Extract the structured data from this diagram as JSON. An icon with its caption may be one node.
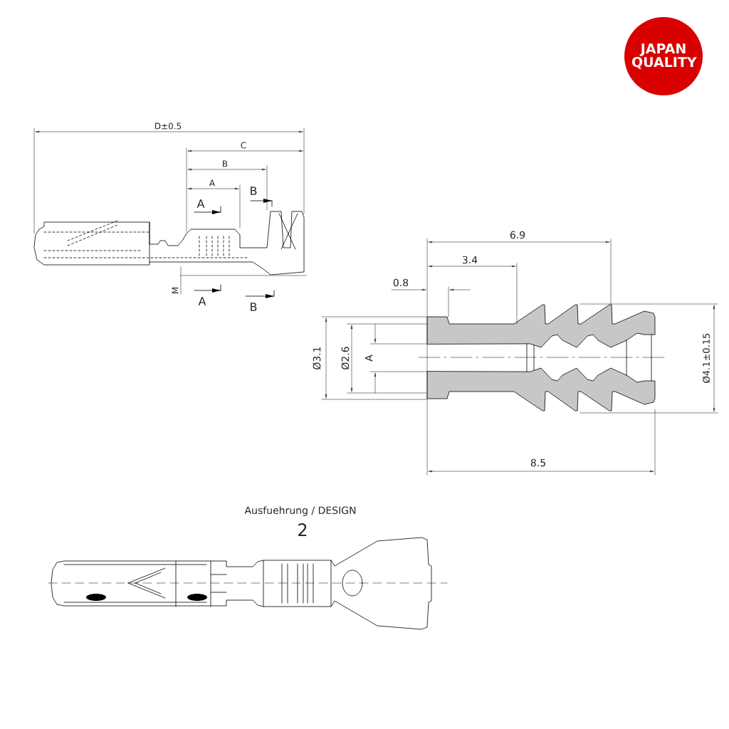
{
  "diagram": {
    "labels": [
      "JAPAN QUALITY",
      "D±0.5",
      "C",
      "B",
      "A",
      "B",
      "A",
      "M",
      "A",
      "B",
      "6.9",
      "3.4",
      "0.8",
      "Ø3.1",
      "Ø2.6",
      "A",
      "Ø4.1±0.15",
      "8.5",
      "Ausfuehrung / DESIGN",
      "2"
    ]
  }
}
